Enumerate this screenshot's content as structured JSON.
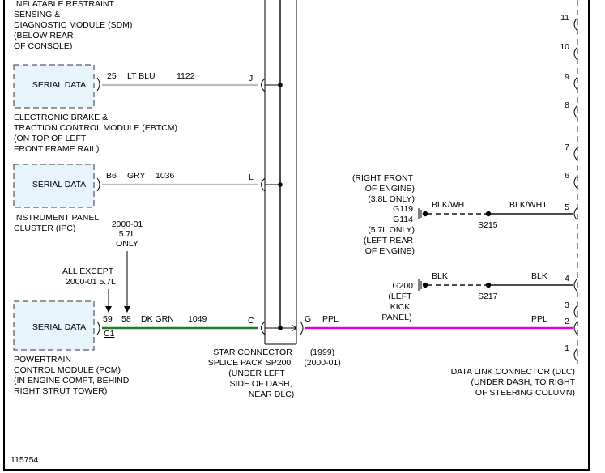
{
  "figure_id": "115754",
  "sdm": {
    "name_lines": [
      "INFLATABLE RESTRAINT",
      "SENSING &",
      "DIAGNOSTIC MODULE (SDM)",
      "(BELOW REAR",
      "OF CONSOLE)"
    ]
  },
  "ebtcm": {
    "box_label": "SERIAL DATA",
    "pin": "25",
    "color": "LT BLU",
    "circuit": "1122",
    "splice_pin": "J",
    "name_lines": [
      "ELECTRONIC BRAKE &",
      "TRACTION CONTROL MODULE (EBTCM)",
      "(ON TOP OF LEFT",
      "FRONT FRAME RAIL)"
    ]
  },
  "ipc": {
    "box_label": "SERIAL DATA",
    "pin": "B6",
    "color": "GRY",
    "circuit": "1036",
    "splice_pin": "L",
    "name_lines": [
      "INSTRUMENT PANEL",
      "CLUSTER (IPC)"
    ]
  },
  "pcm": {
    "box_label": "SERIAL DATA",
    "pin_a": "59",
    "pin_b": "58",
    "connector": "C1",
    "color": "DK GRN",
    "circuit": "1049",
    "splice_pin": "C",
    "note_a_lines": [
      "ALL EXCEPT",
      "2000-01 5.7L"
    ],
    "note_b_lines": [
      "2000-01",
      "5.7L",
      "ONLY"
    ],
    "name_lines": [
      "POWERTRAIN",
      "CONTROL MODULE (PCM)",
      "(IN ENGINE COMPT, BEHIND",
      "RIGHT STRUT TOWER)"
    ]
  },
  "splice": {
    "out_pin": "G",
    "out_color": "PPL",
    "name_lines": [
      "STAR CONNECTOR",
      "SPLICE PACK SP200",
      "(UNDER LEFT",
      "SIDE OF DASH,",
      "NEAR DLC)"
    ],
    "year_lines": [
      "(1999)",
      "(2000-01)"
    ]
  },
  "grounds": {
    "g119_location_lines": [
      "(RIGHT FRONT",
      "OF ENGINE)",
      "(3.8L ONLY)"
    ],
    "g119": "G119",
    "g114": "G114",
    "g114_location_lines": [
      "(5.7L ONLY)",
      "(LEFT REAR",
      "OF ENGINE)"
    ],
    "blk_wht_left": "BLK/WHT",
    "blk_wht_right": "BLK/WHT",
    "s215": "S215",
    "g200": "G200",
    "g200_location_lines": [
      "(LEFT",
      "KICK",
      "PANEL)"
    ],
    "blk_left": "BLK",
    "blk_right": "BLK",
    "s217": "S217"
  },
  "dlc": {
    "ppl_label": "PPL",
    "pins": [
      "11",
      "10",
      "9",
      "8",
      "7",
      "6",
      "5",
      "4",
      "3",
      "2",
      "1"
    ],
    "name_lines": [
      "DATA LINK CONNECTOR (DLC)",
      "(UNDER DASH, TO RIGHT",
      "OF STEERING COLUMN)"
    ]
  }
}
